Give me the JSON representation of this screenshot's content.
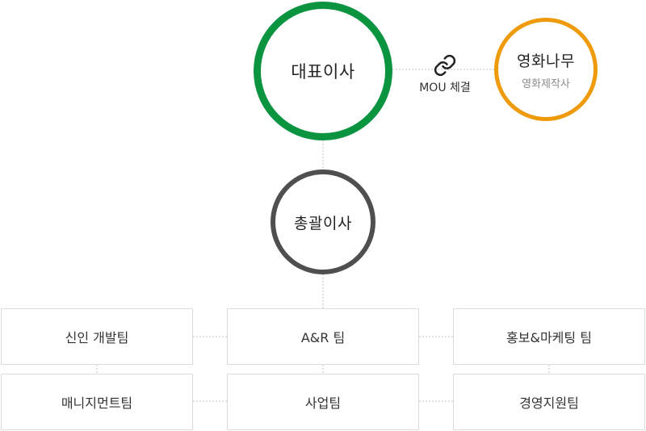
{
  "ceo": {
    "title": "대표이사",
    "color": "#0a9440"
  },
  "partner": {
    "title": "영화나무",
    "subtitle": "영화제작사",
    "color": "#ee9a0b"
  },
  "coo": {
    "title": "총괄이사",
    "color": "#4f4f4f"
  },
  "mou": {
    "label": "MOU 체결",
    "icon": "link-icon"
  },
  "teams": {
    "rookie": "신인 개발팀",
    "anr": "A&R 팀",
    "marketing": "홍보&마케팅 팀",
    "management": "매니지먼트팀",
    "business": "사업팀",
    "admin": "경영지원팀"
  }
}
